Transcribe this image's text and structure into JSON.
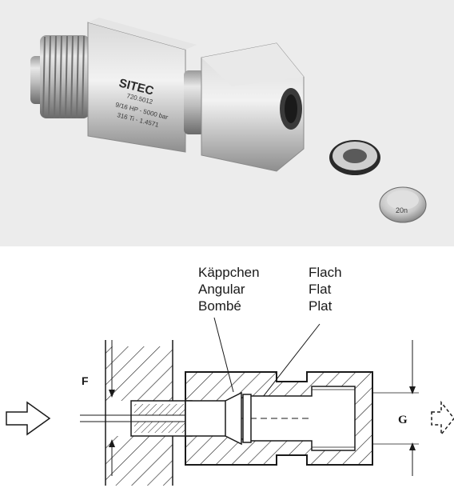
{
  "photo": {
    "engraving": {
      "brand": "SITEC",
      "part_no": "720.5012",
      "spec": "9/16 HP - 5000 bar",
      "material": "316 Ti - 1.4571"
    },
    "cone_mark": "20n"
  },
  "labels": {
    "cone_seal": [
      "Käppchen",
      "Angular",
      "Bombé"
    ],
    "flat_seal": [
      "Flach",
      "Flat",
      "Plat"
    ]
  },
  "diagram": {
    "dim_left": "F",
    "dim_right": "G"
  }
}
